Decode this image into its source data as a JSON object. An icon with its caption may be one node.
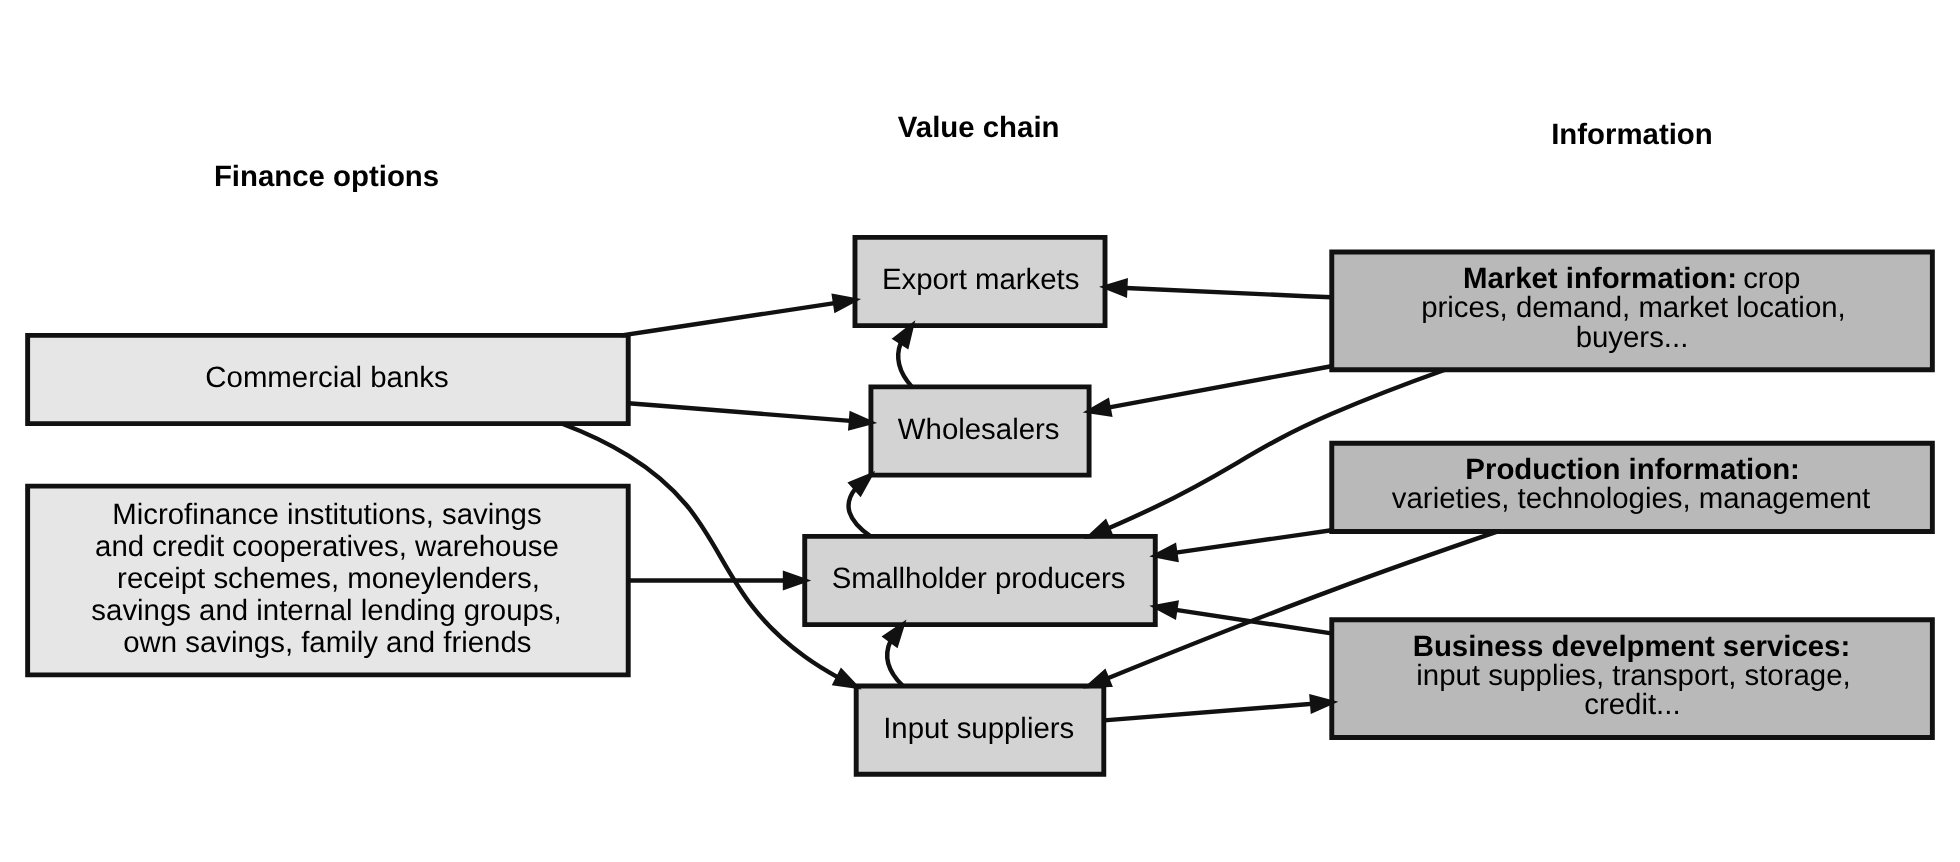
{
  "diagram": {
    "nodes": [
      {
        "text": [
          "Commercial banks"
        ]
      },
      {
        "text": [
          "Microfinance institutions, savings and credit cooperatives, warehouse receipt schemes, moneylenders, savings and internal lending groups, own savings, family and friends"
        ]
      },
      {
        "text": [
          "Export markets"
        ]
      },
      {
        "text": [
          "Wholesalers"
        ]
      },
      {
        "text": [
          "Smallholder producers"
        ]
      },
      {
        "text": [
          "Input suppliers"
        ]
      },
      {
        "text": [
          "**Market information:** crop prices, demand, market location, buyers..."
        ]
      },
      {
        "text": [
          "**Production information:** varieties, technologies, management"
        ]
      },
      {
        "text": [
          "**Business develpment services:** input supplies, transport, storage, credit..."
        ]
      }
    ],
    "edges": [
      {
        "from": 0,
        "to": 2,
        "arrow": "to"
      },
      {
        "from": 0,
        "to": 3,
        "arrow": "to"
      },
      {
        "from": 0,
        "to": 5,
        "arrow": "to"
      },
      {
        "from": 1,
        "to": 4,
        "arrow": "to"
      },
      {
        "from": 3,
        "to": 2,
        "arrow": "to"
      },
      {
        "from": 4,
        "to": 3,
        "arrow": "to"
      },
      {
        "from": 5,
        "to": 4,
        "arrow": "to"
      },
      {
        "from": 6,
        "to": 2,
        "arrow": "to"
      },
      {
        "from": 6,
        "to": 3,
        "arrow": "to"
      },
      {
        "from": 6,
        "to": 4,
        "arrow": "to"
      },
      {
        "from": 7,
        "to": 4,
        "arrow": "to"
      },
      {
        "from": 7,
        "to": 5,
        "arrow": "to"
      },
      {
        "from": 8,
        "to": 4,
        "arrow": "to"
      },
      {
        "from": 5,
        "to": 8,
        "arrow": "to"
      }
    ],
    "labels": [
      "Finance options",
      "Value chain",
      "Information"
    ]
  }
}
